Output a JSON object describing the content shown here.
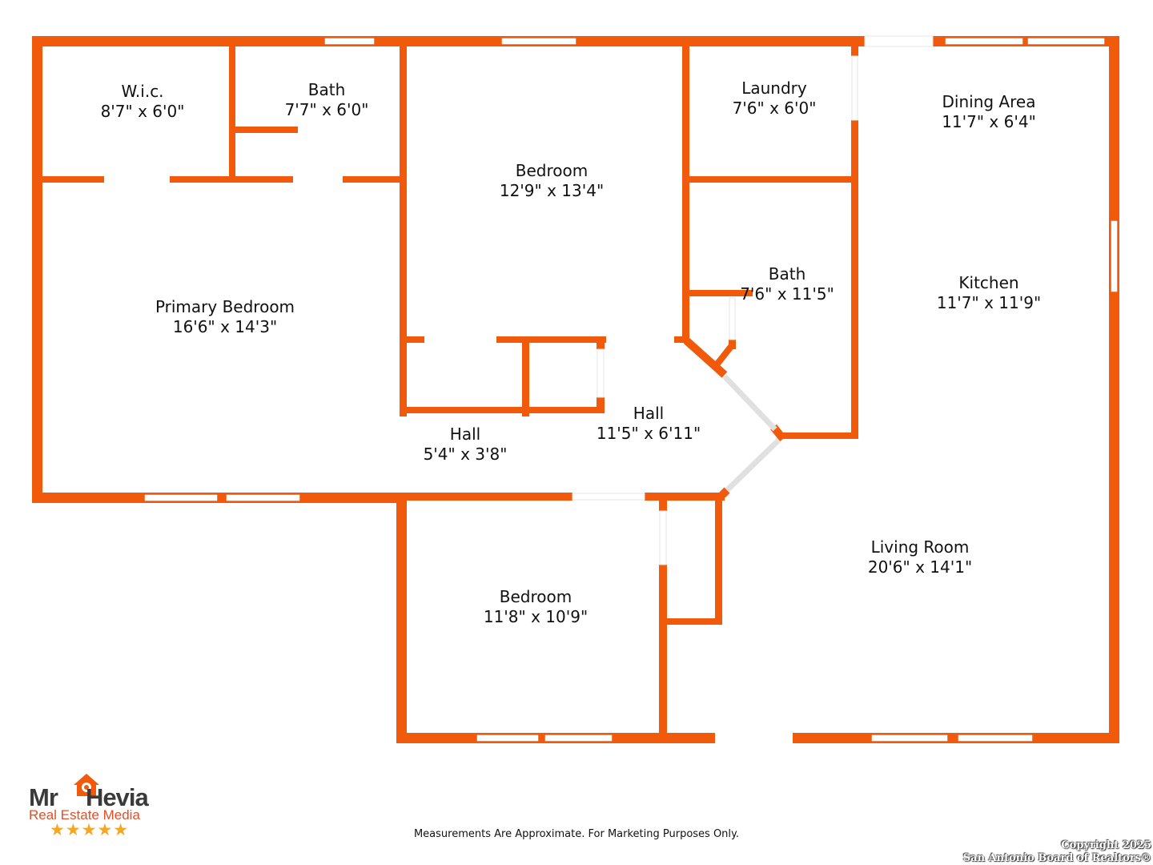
{
  "rooms": [
    {
      "name": "W.i.c.",
      "size": "8'7\" x 6'0\""
    },
    {
      "name": "Bath",
      "size": "7'7\" x 6'0\""
    },
    {
      "name": "Bedroom",
      "size": "12'9\" x 13'4\""
    },
    {
      "name": "Laundry",
      "size": "7'6\" x 6'0\""
    },
    {
      "name": "Dining Area",
      "size": "11'7\" x 6'4\""
    },
    {
      "name": "Primary Bedroom",
      "size": "16'6\" x 14'3\""
    },
    {
      "name": "Bath",
      "size": "7'6\" x 11'5\""
    },
    {
      "name": "Kitchen",
      "size": "11'7\" x 11'9\""
    },
    {
      "name": "Hall",
      "size": "11'5\" x 6'11\""
    },
    {
      "name": "Hall",
      "size": "5'4\" x 3'8\""
    },
    {
      "name": "Living Room",
      "size": "20'6\" x 14'1\""
    },
    {
      "name": "Bedroom",
      "size": "11'8\" x 10'9\""
    }
  ],
  "logo": {
    "brand_left": "Mr",
    "brand_right": "Hevia",
    "tagline": "Real Estate Media",
    "stars": "★★★★★"
  },
  "disclaimer": "Measurements Are Approximate. For Marketing Purposes Only.",
  "copyright": {
    "line1": "Copyright 2025",
    "line2": "San Antonio Board of Realtors®"
  },
  "colors": {
    "wall": "#F05A0A"
  }
}
